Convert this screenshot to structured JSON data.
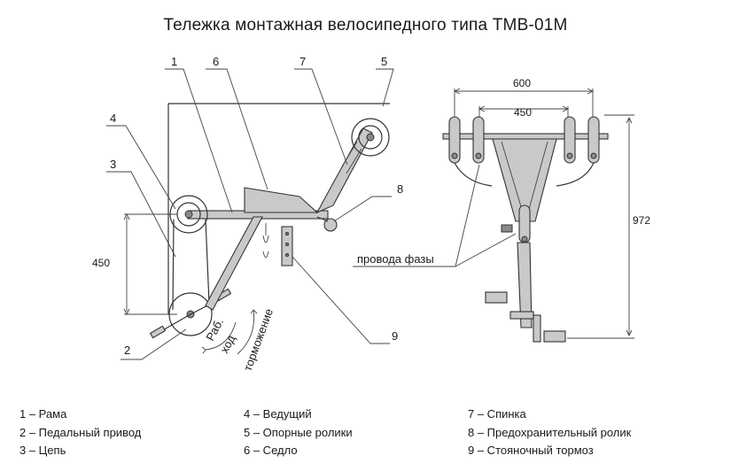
{
  "title": "Тележка монтажная велосипедного типа ТМВ-01М",
  "callouts": {
    "c1": "1",
    "c2": "2",
    "c3": "3",
    "c4": "4",
    "c5": "5",
    "c6": "6",
    "c7": "7",
    "c8": "8",
    "c9": "9"
  },
  "dimensions": {
    "d450_left": "450",
    "d600": "600",
    "d450_top": "450",
    "d972": "972"
  },
  "annotations": {
    "work_label": "Раб.",
    "move_label": "ход",
    "brake_label": "торможение",
    "phase_wires": "провода фазы"
  },
  "legend": [
    "1 – Рама",
    "2 – Педальный привод",
    "3 – Цепь",
    "4 – Ведущий",
    "5 – Опорные ролики",
    "6 – Седло",
    "7 – Спинка",
    "8 – Предохранительный ролик",
    "9 – Стояночный тормоз"
  ]
}
